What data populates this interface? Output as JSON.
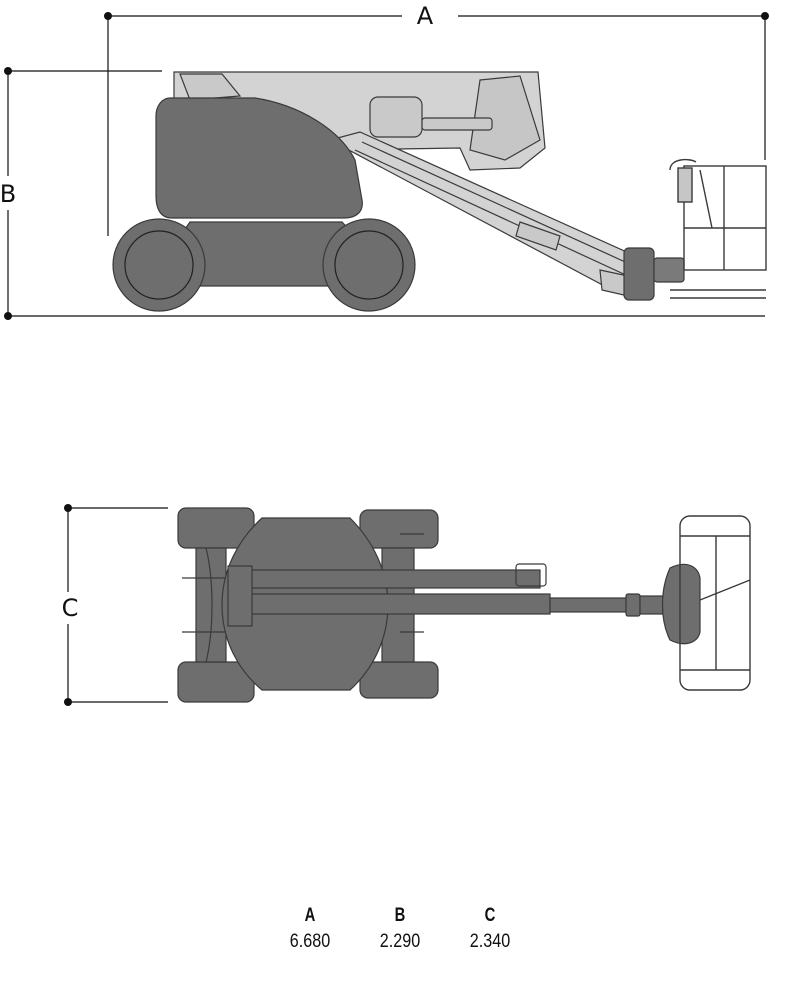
{
  "dimension_labels": {
    "a": "A",
    "b": "B",
    "c": "C"
  },
  "specs": [
    {
      "key": "A",
      "value": "6.680"
    },
    {
      "key": "B",
      "value": "2.290"
    },
    {
      "key": "C",
      "value": "2.340"
    }
  ],
  "colors": {
    "body_dark": "#6e6e6e",
    "boom_light": "#d3d3d3",
    "outline": "#3a3a3a",
    "dimension_line": "#111111"
  }
}
